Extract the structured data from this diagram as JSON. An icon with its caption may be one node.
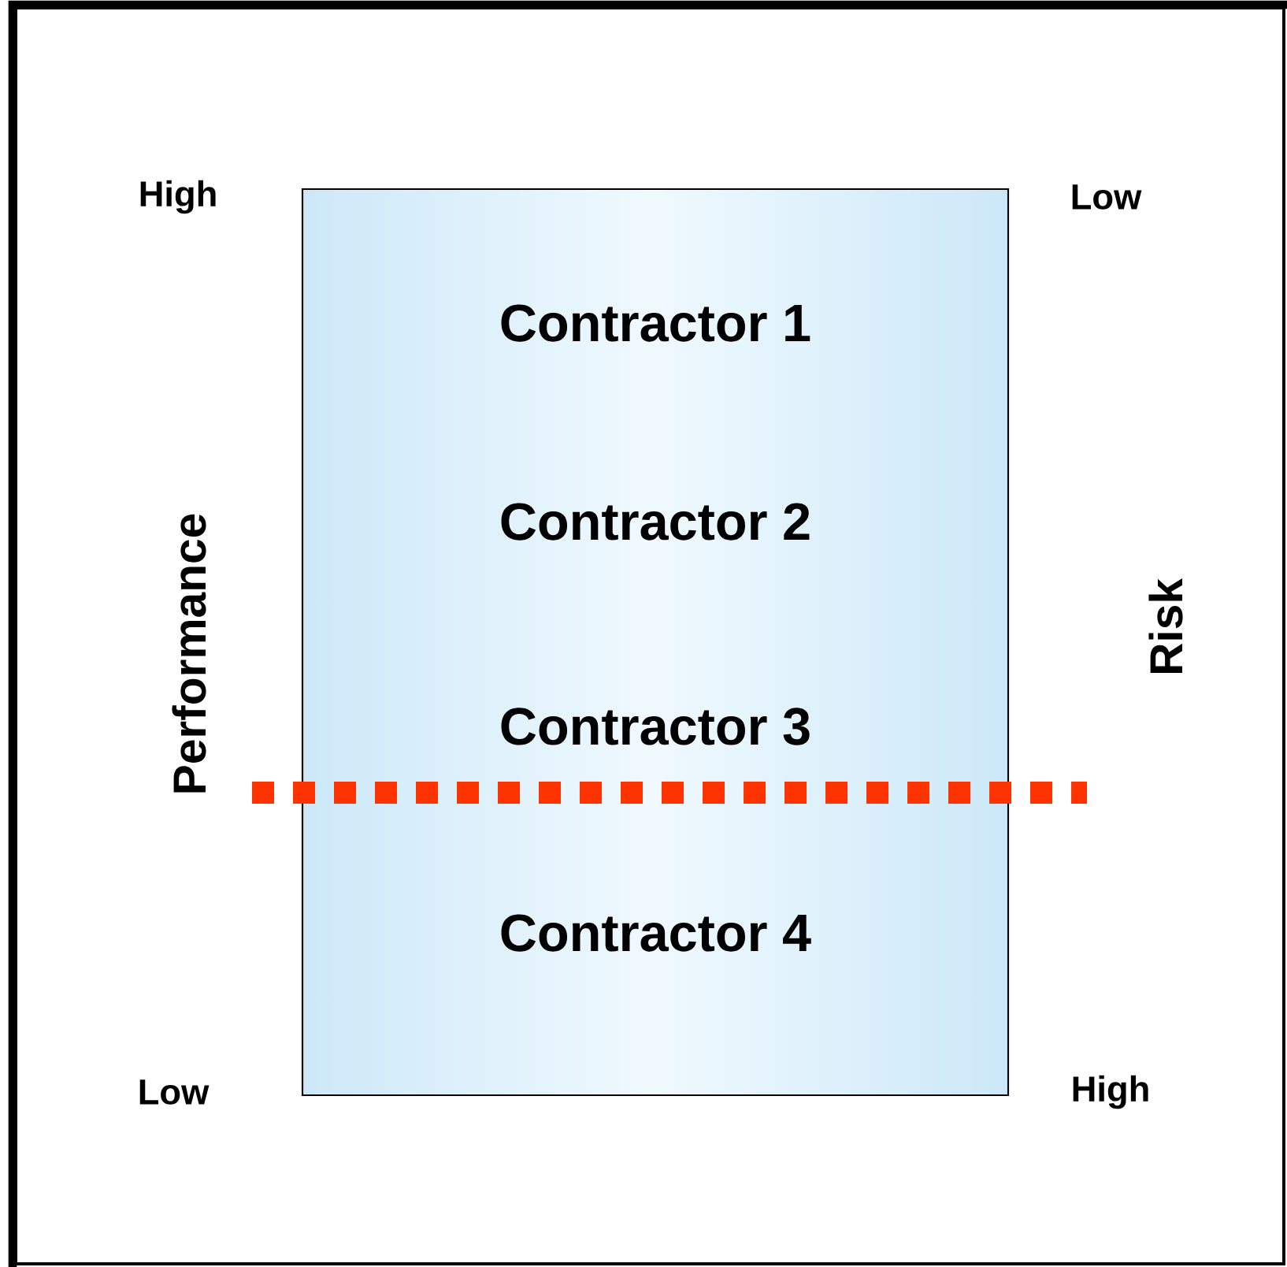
{
  "diagram": {
    "nodes": [
      {
        "text": [
          "Contractor 1",
          "Contractor 2",
          "Contractor 3",
          "Contractor 4"
        ]
      }
    ],
    "labels": [
      "High",
      "Low",
      "Performance",
      "Risk",
      "Low",
      "High"
    ]
  }
}
